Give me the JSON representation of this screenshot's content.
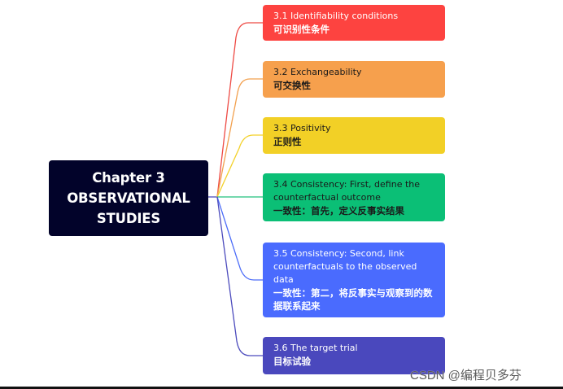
{
  "root": {
    "lines": [
      "Chapter 3",
      "OBSERVATIONAL",
      "STUDIES"
    ],
    "color": "#02032a"
  },
  "nodes": [
    {
      "en": "3.1 Identifiability conditions",
      "zh": "可识别性条件",
      "bg": "#fd4340",
      "text": "#ffffff",
      "line": "#ee4a44"
    },
    {
      "en": "3.2 Exchangeability",
      "zh": "可交换性",
      "bg": "#f6a04d",
      "text": "#1a1a1a",
      "line": "#f2a04e"
    },
    {
      "en": "3.3 Positivity",
      "zh": "正则性",
      "bg": "#f2d026",
      "text": "#1a1a1a",
      "line": "#f3d12a"
    },
    {
      "en": "3.4 Consistency: First, define the counterfactual outcome",
      "zh": "一致性：首先，定义反事实结果",
      "bg": "#0bbf76",
      "text": "#1a1a1a",
      "line": "#22c07d"
    },
    {
      "en": "3.5 Consistency: Second, link counterfactuals to the observed data",
      "zh": "一致性：第二，将反事实与观察到的数据联系起来",
      "bg": "#4a6bfe",
      "text": "#ffffff",
      "line": "#4c6cf8"
    },
    {
      "en": "3.6 The target trial",
      "zh": "目标试验",
      "bg": "#4a48bd",
      "text": "#ffffff",
      "line": "#4c4bbd"
    }
  ],
  "watermark": "CSDN @编程贝多芬"
}
